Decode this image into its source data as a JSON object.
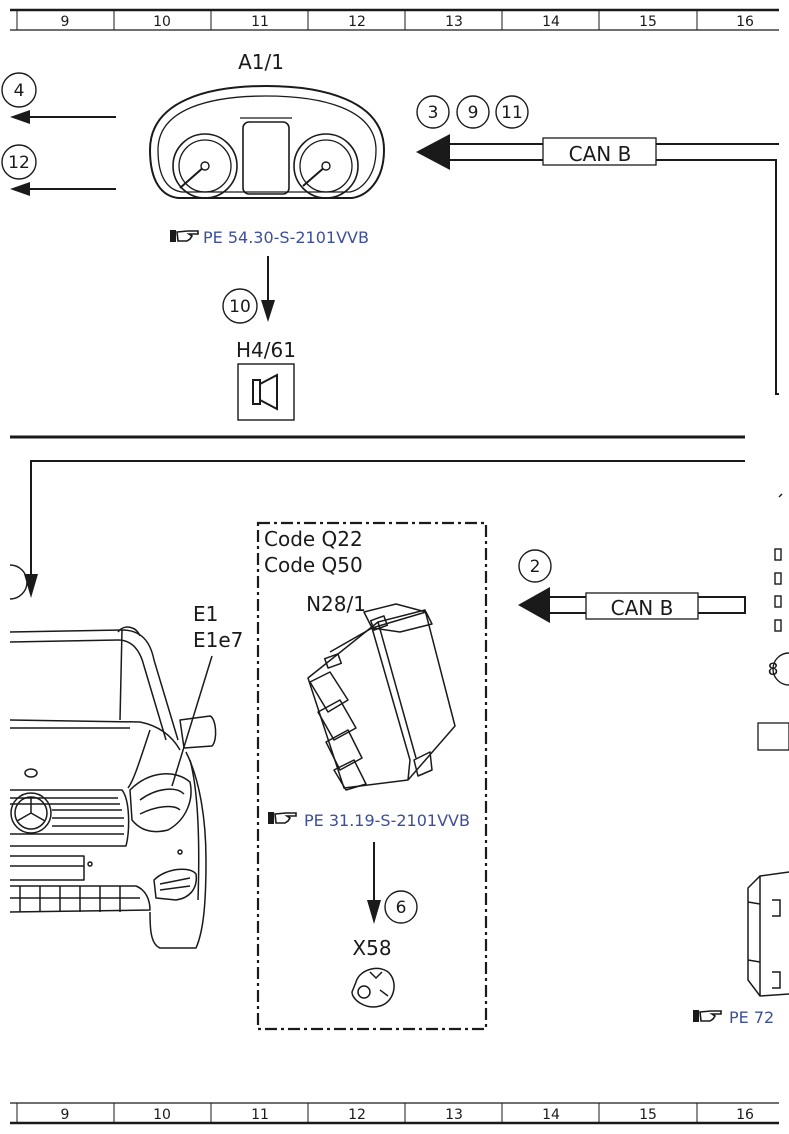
{
  "grid": {
    "columns": [
      "9",
      "10",
      "11",
      "12",
      "13",
      "14",
      "15",
      "16"
    ]
  },
  "components": {
    "cluster": {
      "id": "A1/1",
      "ref": "PE 54.30-S-2101VVB",
      "inputs": [
        "3",
        "9",
        "11"
      ],
      "outputs": [
        "4",
        "12"
      ],
      "downstream": "10"
    },
    "horn": {
      "id": "H4/61"
    },
    "control_unit": {
      "codes": [
        "Code Q22",
        "Code Q50"
      ],
      "id": "N28/1",
      "ref": "PE 31.19-S-2101VVB",
      "input": "2",
      "downstream": "6"
    },
    "connector": {
      "id": "X58"
    },
    "lamp": {
      "ids": [
        "E1",
        "E1e7"
      ]
    },
    "right_module": {
      "ref": "PE 72",
      "marker": "8"
    }
  },
  "bus": {
    "top_label": "CAN B",
    "middle_label": "CAN B"
  },
  "colors": {
    "line": "#1a1a1a",
    "ref_text": "#3d4f9a",
    "background": "#ffffff"
  },
  "icons": [
    "reference-hand-icon",
    "speaker-icon",
    "mercedes-star-icon"
  ]
}
